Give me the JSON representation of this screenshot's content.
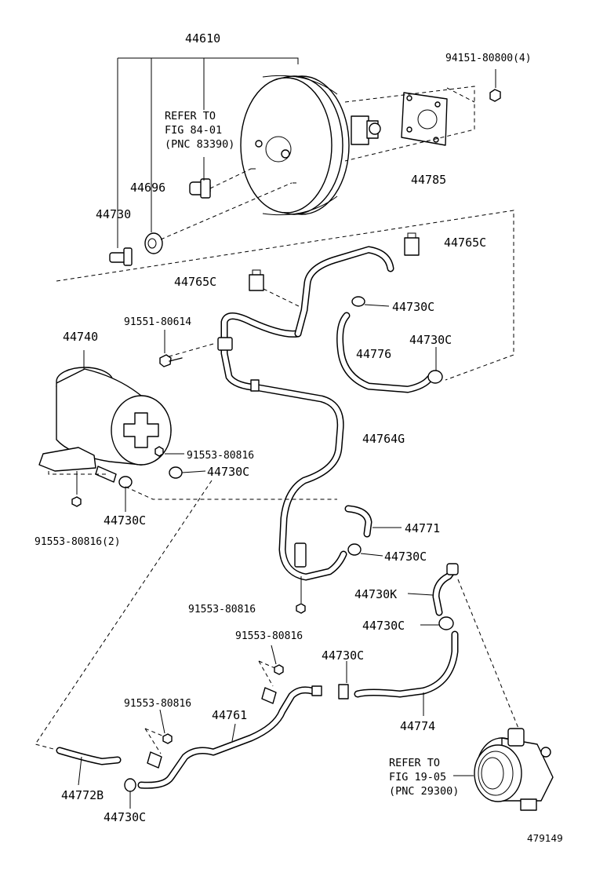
{
  "parts": {
    "p44610": "44610",
    "p94151": "94151-80800(4)",
    "p44696": "44696",
    "p44730_top": "44730",
    "p44785": "44785",
    "p44765c_right": "44765C",
    "p44765c_left": "44765C",
    "p44730c_a": "44730C",
    "p91551": "91551-80614",
    "p44730c_b": "44730C",
    "p44740": "44740",
    "p44776": "44776",
    "p91553_a": "91553-80816",
    "p44764g": "44764G",
    "p44730c_c": "44730C",
    "p44730c_d": "44730C",
    "p91553_b": "91553-80816(2)",
    "p44771": "44771",
    "p44730c_e": "44730C",
    "p44730k": "44730K",
    "p91553_c": "91553-80816",
    "p44730c_f": "44730C",
    "p91553_d": "91553-80816",
    "p44730c_g": "44730C",
    "p91553_e": "91553-80816",
    "p44761": "44761",
    "p44774": "44774",
    "p44772b": "44772B",
    "p44730c_h": "44730C"
  },
  "refs": {
    "ref1_line1": "REFER TO",
    "ref1_line2": "FIG 84-01",
    "ref1_line3": "(PNC 83390)",
    "ref2_line1": "REFER TO",
    "ref2_line2": "FIG 19-05",
    "ref2_line3": "(PNC 29300)"
  },
  "diagram_id": "479149"
}
